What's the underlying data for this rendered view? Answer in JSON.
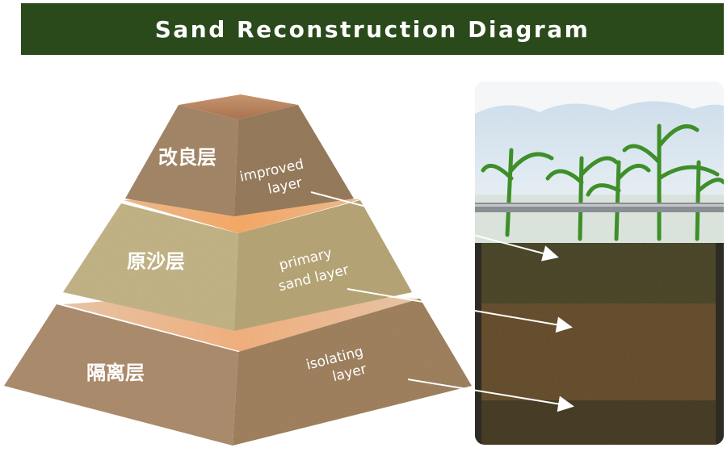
{
  "title": "Sand Reconstruction Diagram",
  "layers": [
    {
      "zh": "改良层",
      "en": [
        "improved",
        "layer"
      ]
    },
    {
      "zh": "原沙层",
      "en": [
        "primary",
        "sand layer"
      ]
    },
    {
      "zh": "隔离层",
      "en": [
        "isolating",
        "layer"
      ]
    }
  ]
}
